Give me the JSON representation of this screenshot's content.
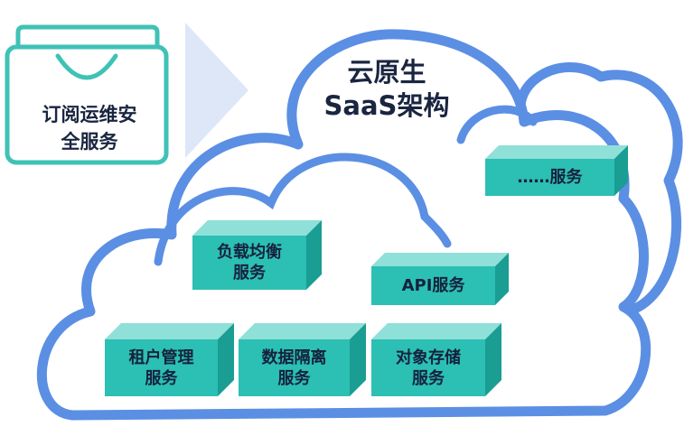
{
  "bag": {
    "line1": "订阅运维安",
    "line2": "全服务"
  },
  "cloud": {
    "title_line1": "云原生",
    "title_line2": "SaaS架构"
  },
  "boxes": {
    "more": {
      "line1": "……服务",
      "line2": ""
    },
    "lb": {
      "line1": "负载均衡",
      "line2": "服务"
    },
    "api": {
      "line1": "API服务",
      "line2": ""
    },
    "tenant": {
      "line1": "租户管理",
      "line2": "服务"
    },
    "data": {
      "line1": "数据隔离",
      "line2": "服务"
    },
    "object": {
      "line1": "对象存储",
      "line2": "服务"
    }
  },
  "colors": {
    "cloud_outline": "#5b8fe3",
    "box_front": "#2cbfb4",
    "box_top": "#8fe0d8",
    "box_side": "#1a9d93",
    "bag_outline": "#3fc2b6",
    "arrow": "#dde7f8"
  }
}
